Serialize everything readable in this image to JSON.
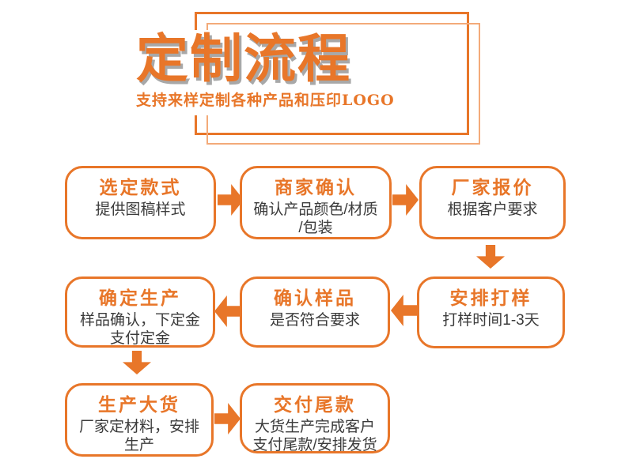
{
  "header": {
    "title": "定制流程",
    "subtitle": "支持来样定制各种产品和压印LOGO"
  },
  "colors": {
    "accent": "#e87629",
    "accent_light": "#f3aa79",
    "title_shadow": "#a8a8a8",
    "body_text": "#3b3b3b",
    "background": "#ffffff"
  },
  "flow": {
    "steps": [
      {
        "title": "选定款式",
        "desc_lines": [
          "提供图稿样式"
        ]
      },
      {
        "title": "商家确认",
        "desc_lines": [
          "确认产品颜色/材质",
          "/包装"
        ]
      },
      {
        "title": "厂家报价",
        "desc_lines": [
          "根据客户要求"
        ]
      },
      {
        "title": "安排打样",
        "desc_lines": [
          "打样时间1-3天"
        ]
      },
      {
        "title": "确认样品",
        "desc_lines": [
          "是否符合要求"
        ]
      },
      {
        "title": "确定生产",
        "desc_lines": [
          "样品确认，下定金",
          "支付定金"
        ]
      },
      {
        "title": "生产大货",
        "desc_lines": [
          "厂家定材料，安排",
          "生产"
        ]
      },
      {
        "title": "交付尾款",
        "desc_lines": [
          "大货生产完成客户",
          "支付尾款/安排发货"
        ]
      }
    ]
  }
}
